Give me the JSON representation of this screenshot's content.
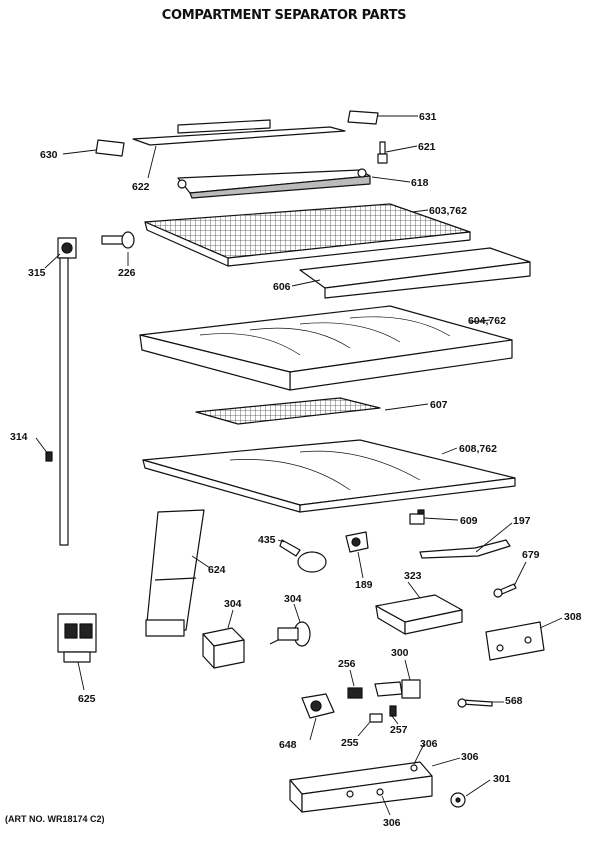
{
  "title": "COMPARTMENT SEPARATOR PARTS",
  "art_number": "(ART NO. WR18174 C2)",
  "callouts": [
    {
      "id": "631",
      "text": "631"
    },
    {
      "id": "630",
      "text": "630"
    },
    {
      "id": "621",
      "text": "621"
    },
    {
      "id": "622",
      "text": "622"
    },
    {
      "id": "618",
      "text": "618"
    },
    {
      "id": "603-762",
      "text": "603,762"
    },
    {
      "id": "226",
      "text": "226"
    },
    {
      "id": "315",
      "text": "315"
    },
    {
      "id": "606",
      "text": "606"
    },
    {
      "id": "604-762",
      "text": "604,762"
    },
    {
      "id": "607",
      "text": "607"
    },
    {
      "id": "314",
      "text": "314"
    },
    {
      "id": "608-762",
      "text": "608,762"
    },
    {
      "id": "609",
      "text": "609"
    },
    {
      "id": "197",
      "text": "197"
    },
    {
      "id": "435",
      "text": "435"
    },
    {
      "id": "624",
      "text": "624"
    },
    {
      "id": "189",
      "text": "189"
    },
    {
      "id": "679",
      "text": "679"
    },
    {
      "id": "323",
      "text": "323"
    },
    {
      "id": "304a",
      "text": "304"
    },
    {
      "id": "304b",
      "text": "304"
    },
    {
      "id": "308",
      "text": "308"
    },
    {
      "id": "625",
      "text": "625"
    },
    {
      "id": "256",
      "text": "256"
    },
    {
      "id": "300",
      "text": "300"
    },
    {
      "id": "568",
      "text": "568"
    },
    {
      "id": "648",
      "text": "648"
    },
    {
      "id": "255",
      "text": "255"
    },
    {
      "id": "257",
      "text": "257"
    },
    {
      "id": "306a",
      "text": "306"
    },
    {
      "id": "306b",
      "text": "306"
    },
    {
      "id": "301",
      "text": "301"
    },
    {
      "id": "306c",
      "text": "306"
    }
  ]
}
